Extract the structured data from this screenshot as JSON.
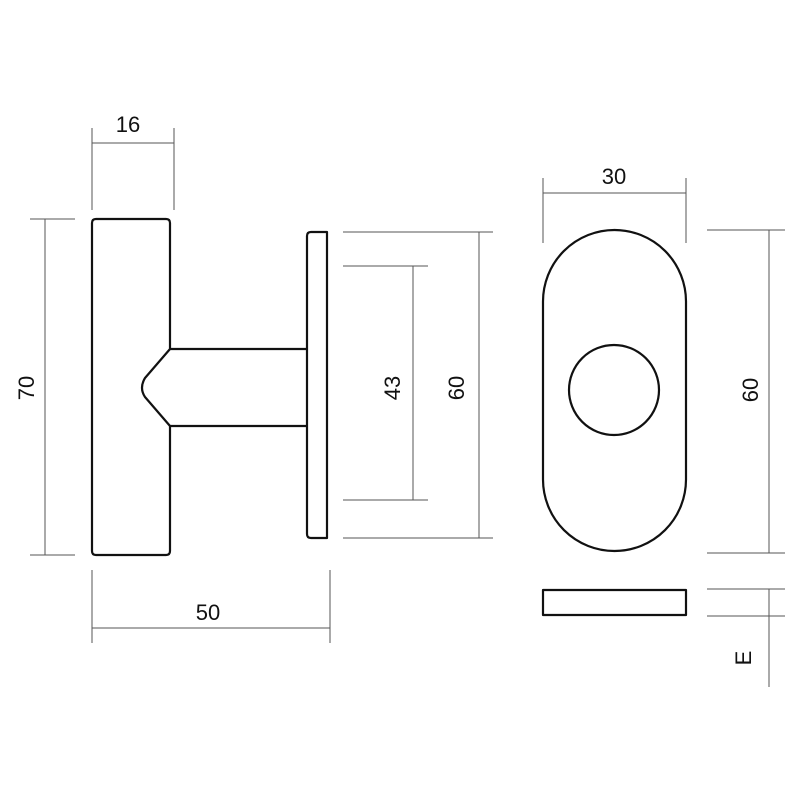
{
  "dimensions": {
    "handle_width": "16",
    "handle_height": "70",
    "total_depth": "50",
    "stem_spacing": "43",
    "rose_height_side": "60",
    "rose_width": "30",
    "rose_height_front": "60",
    "rose_thickness": "E"
  },
  "colors": {
    "line": "#111111",
    "dimension": "#555555"
  }
}
